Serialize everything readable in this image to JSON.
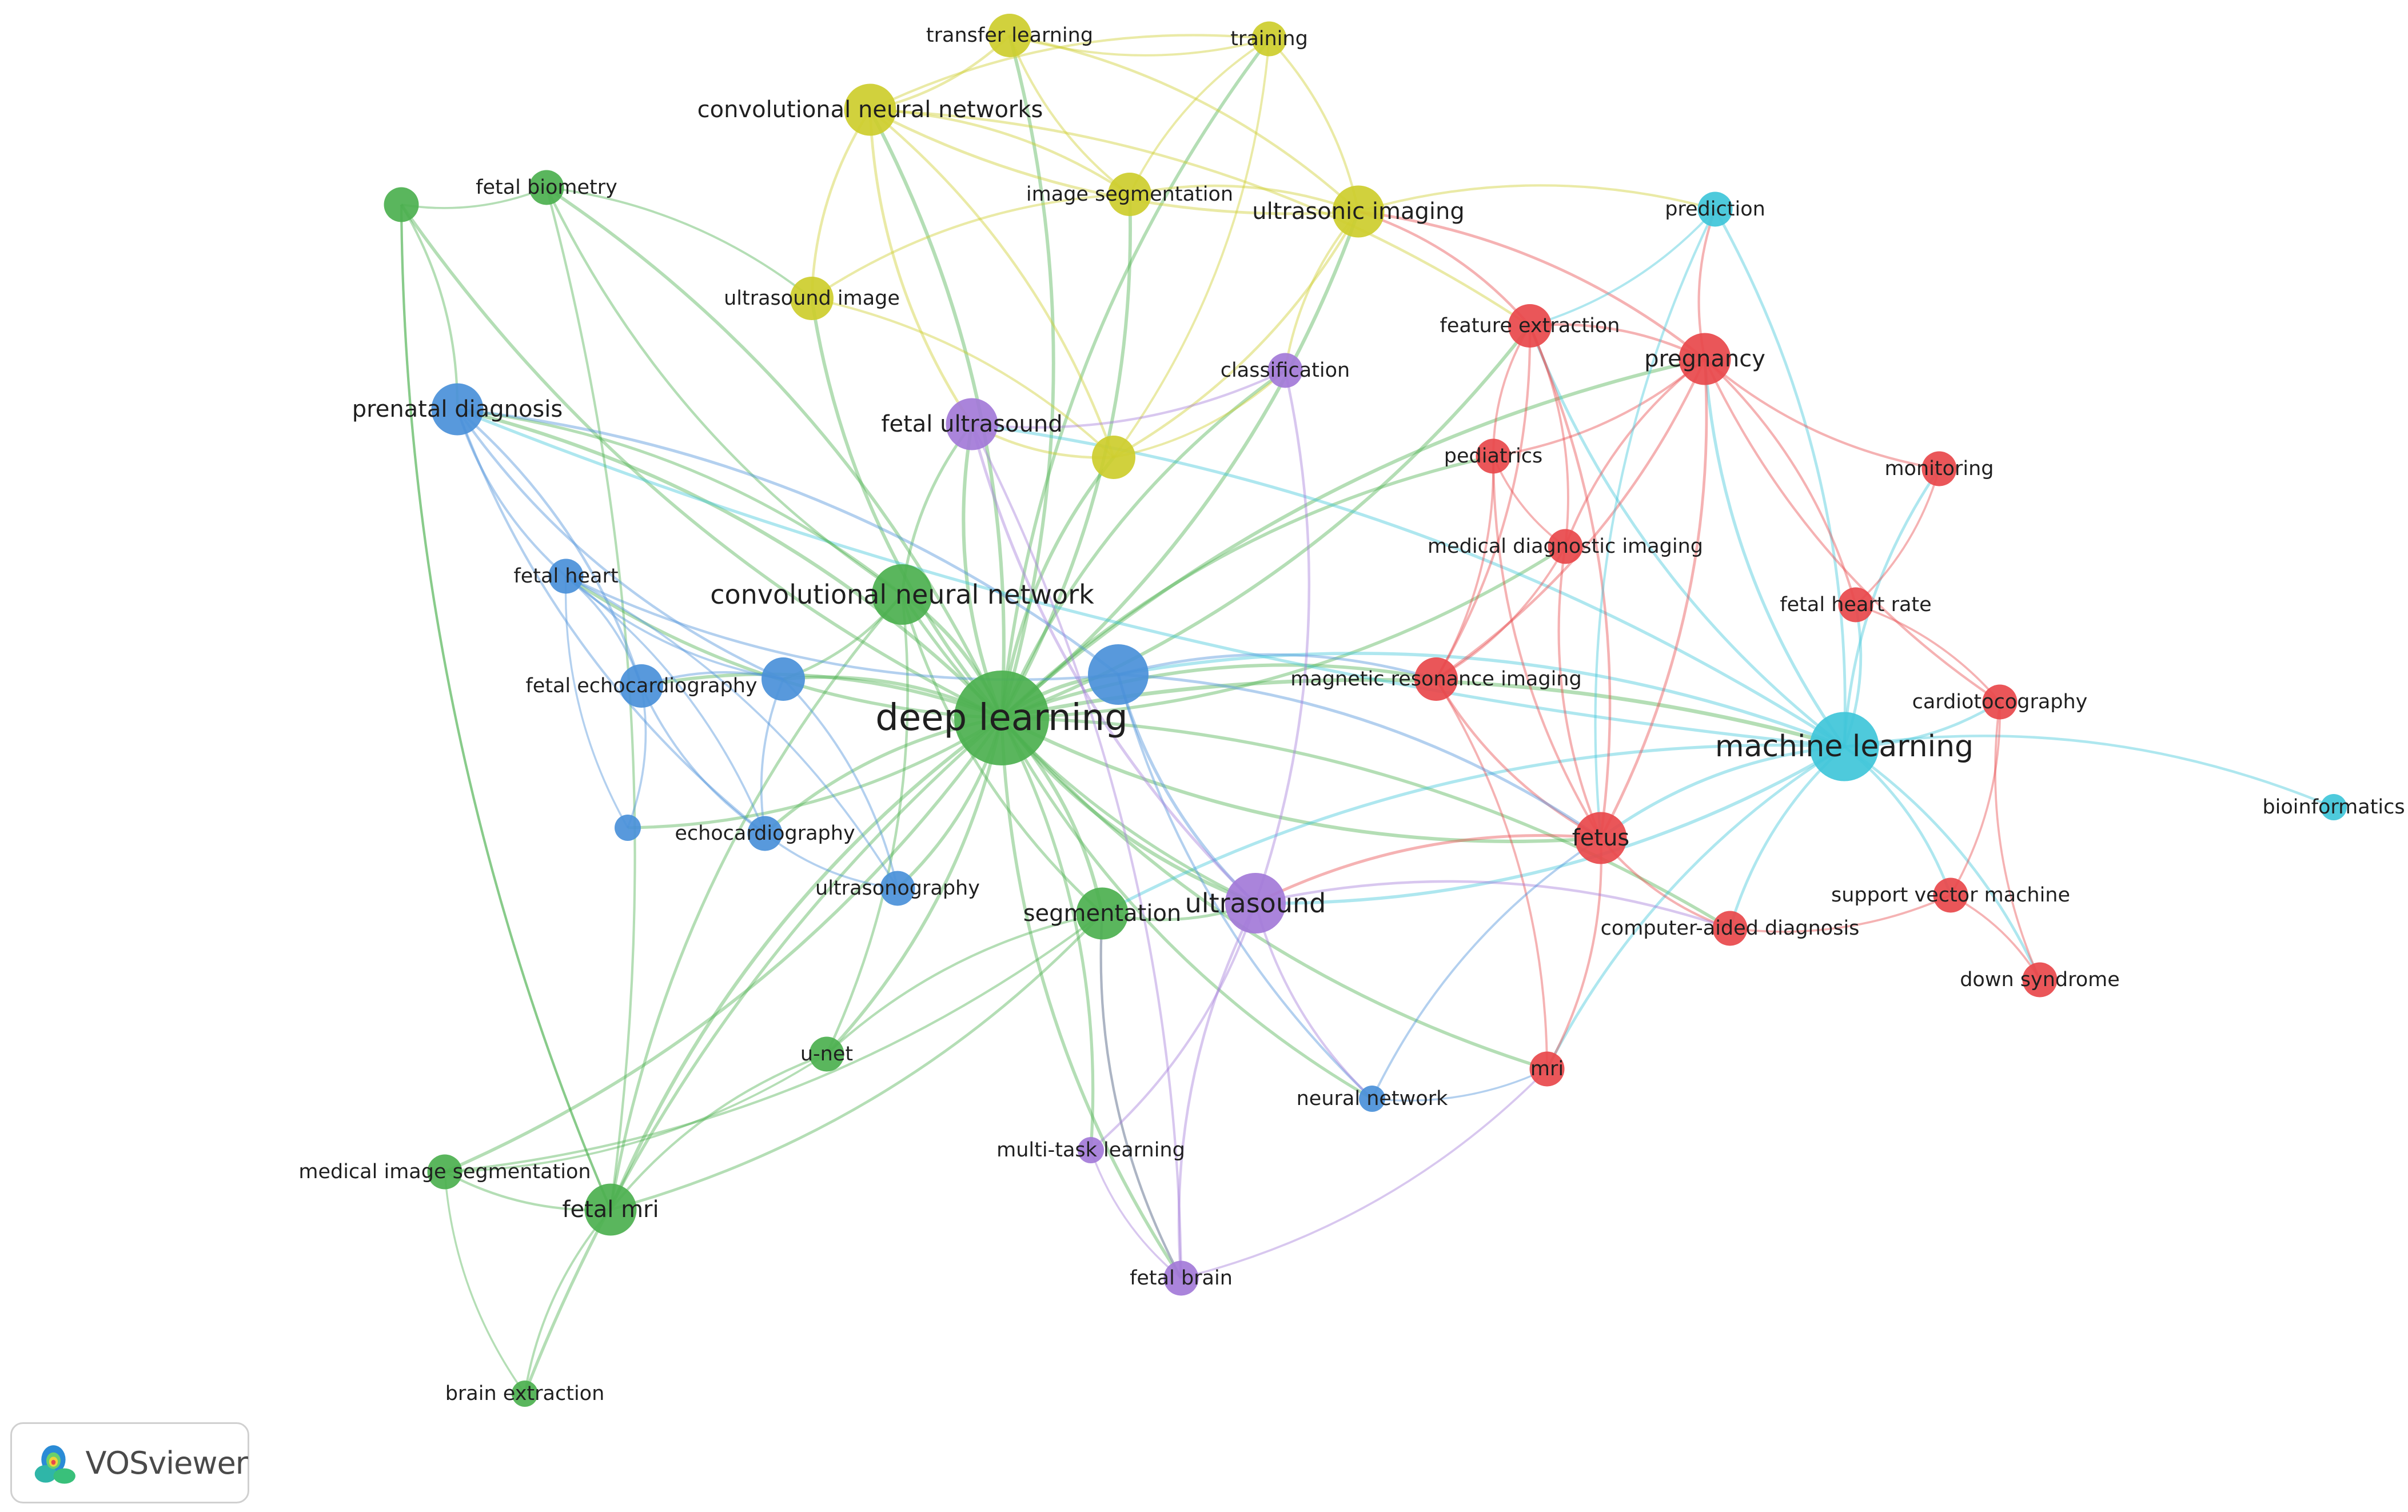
{
  "chart_data": {
    "type": "network",
    "clusters": [
      {
        "id": 1,
        "color": "#e8484b"
      },
      {
        "id": 2,
        "color": "#4cb04f"
      },
      {
        "id": 3,
        "color": "#4a90d9"
      },
      {
        "id": 4,
        "color": "#cdcd2c"
      },
      {
        "id": 5,
        "color": "#a379d8"
      },
      {
        "id": 6,
        "color": "#3fc5d9"
      }
    ],
    "nodes": [
      {
        "id": "deep-learning",
        "label": "deep learning",
        "cluster": 2,
        "weight": 10
      },
      {
        "id": "machine-learning",
        "label": "machine learning",
        "cluster": 6,
        "weight": 7
      },
      {
        "id": "convolutional-neural-network",
        "label": "convolutional neural network",
        "cluster": 2,
        "weight": 6
      },
      {
        "id": "ultrasound",
        "label": "ultrasound",
        "cluster": 5,
        "weight": 6
      },
      {
        "id": "segmentation",
        "label": "segmentation",
        "cluster": 2,
        "weight": 5
      },
      {
        "id": "pregnancy",
        "label": "pregnancy",
        "cluster": 1,
        "weight": 5
      },
      {
        "id": "fetus",
        "label": "fetus",
        "cluster": 1,
        "weight": 5
      },
      {
        "id": "convolutional-neural-networks",
        "label": "convolutional neural networks",
        "cluster": 4,
        "weight": 5
      },
      {
        "id": "prenatal-diagnosis",
        "label": "prenatal diagnosis",
        "cluster": 3,
        "weight": 5
      },
      {
        "id": "fetal-ultrasound",
        "label": "fetal ultrasound",
        "cluster": 5,
        "weight": 5
      },
      {
        "id": "fetal-mri",
        "label": "fetal mri",
        "cluster": 2,
        "weight": 5
      },
      {
        "id": "ultrasonic-imaging",
        "label": "ultrasonic imaging",
        "cluster": 4,
        "weight": 5
      },
      {
        "id": "feature-extraction",
        "label": "feature extraction",
        "cluster": 1,
        "weight": 4
      },
      {
        "id": "magnetic-resonance-imaging",
        "label": "magnetic resonance imaging",
        "cluster": 1,
        "weight": 4
      },
      {
        "id": "fetal-echocardiography",
        "label": "fetal echocardiography",
        "cluster": 3,
        "weight": 4
      },
      {
        "id": "ultrasound-image",
        "label": "ultrasound image",
        "cluster": 4,
        "weight": 4
      },
      {
        "id": "transfer-learning",
        "label": "transfer learning",
        "cluster": 4,
        "weight": 4
      },
      {
        "id": "image-segmentation",
        "label": "image segmentation",
        "cluster": 4,
        "weight": 4
      },
      {
        "id": "training",
        "label": "training",
        "cluster": 4,
        "weight": 3
      },
      {
        "id": "fetal-biometry",
        "label": "fetal biometry",
        "cluster": 2,
        "weight": 3
      },
      {
        "id": "classification",
        "label": "classification",
        "cluster": 5,
        "weight": 3
      },
      {
        "id": "prediction",
        "label": "prediction",
        "cluster": 6,
        "weight": 3
      },
      {
        "id": "pediatrics",
        "label": "pediatrics",
        "cluster": 1,
        "weight": 3
      },
      {
        "id": "medical-diagnostic-imaging",
        "label": "medical diagnostic imaging",
        "cluster": 1,
        "weight": 3
      },
      {
        "id": "monitoring",
        "label": "monitoring",
        "cluster": 1,
        "weight": 3
      },
      {
        "id": "fetal-heart-rate",
        "label": "fetal heart rate",
        "cluster": 1,
        "weight": 3
      },
      {
        "id": "cardiotocography",
        "label": "cardiotocography",
        "cluster": 1,
        "weight": 3
      },
      {
        "id": "bioinformatics",
        "label": "bioinformatics",
        "cluster": 6,
        "weight": 2
      },
      {
        "id": "support-vector-machine",
        "label": "support vector machine",
        "cluster": 1,
        "weight": 3
      },
      {
        "id": "computer-aided-diagnosis",
        "label": "computer-aided diagnosis",
        "cluster": 1,
        "weight": 3
      },
      {
        "id": "down-syndrome",
        "label": "down syndrome",
        "cluster": 1,
        "weight": 3
      },
      {
        "id": "mri",
        "label": "mri",
        "cluster": 1,
        "weight": 3
      },
      {
        "id": "neural-network",
        "label": "neural network",
        "cluster": 3,
        "weight": 2
      },
      {
        "id": "fetal-heart",
        "label": "fetal heart",
        "cluster": 3,
        "weight": 3
      },
      {
        "id": "echocardiography",
        "label": "echocardiography",
        "cluster": 3,
        "weight": 3
      },
      {
        "id": "ultrasonography",
        "label": "ultrasonography",
        "cluster": 3,
        "weight": 3
      },
      {
        "id": "u-net",
        "label": "u-net",
        "cluster": 2,
        "weight": 3
      },
      {
        "id": "medical-image-segmentation",
        "label": "medical image segmentation",
        "cluster": 2,
        "weight": 3
      },
      {
        "id": "brain-extraction",
        "label": "brain extraction",
        "cluster": 2,
        "weight": 2
      },
      {
        "id": "multi-task-learning",
        "label": "multi-task learning",
        "cluster": 5,
        "weight": 2
      },
      {
        "id": "fetal-brain",
        "label": "fetal brain",
        "cluster": 5,
        "weight": 3
      },
      {
        "id": "blue-large-hub",
        "label": "",
        "cluster": 3,
        "weight": 6
      },
      {
        "id": "blue-hub",
        "label": "",
        "cluster": 3,
        "weight": 4
      },
      {
        "id": "yellow-hub",
        "label": "",
        "cluster": 4,
        "weight": 4
      },
      {
        "id": "green-small",
        "label": "",
        "cluster": 2,
        "weight": 3
      },
      {
        "id": "blue-small",
        "label": "",
        "cluster": 3,
        "weight": 2
      }
    ],
    "links": [
      [
        "deep-learning",
        "convolutional-neural-network"
      ],
      [
        "deep-learning",
        "segmentation"
      ],
      [
        "deep-learning",
        "ultrasound"
      ],
      [
        "deep-learning",
        "machine-learning"
      ],
      [
        "deep-learning",
        "fetus"
      ],
      [
        "deep-learning",
        "pregnancy"
      ],
      [
        "deep-learning",
        "prenatal-diagnosis"
      ],
      [
        "deep-learning",
        "fetal-ultrasound"
      ],
      [
        "deep-learning",
        "fetal-mri"
      ],
      [
        "deep-learning",
        "u-net"
      ],
      [
        "deep-learning",
        "transfer-learning"
      ],
      [
        "deep-learning",
        "training"
      ],
      [
        "deep-learning",
        "image-segmentation"
      ],
      [
        "deep-learning",
        "ultrasound-image"
      ],
      [
        "deep-learning",
        "convolutional-neural-networks"
      ],
      [
        "deep-learning",
        "classification"
      ],
      [
        "deep-learning",
        "feature-extraction"
      ],
      [
        "deep-learning",
        "magnetic-resonance-imaging"
      ],
      [
        "deep-learning",
        "fetal-echocardiography"
      ],
      [
        "deep-learning",
        "fetal-heart"
      ],
      [
        "deep-learning",
        "echocardiography"
      ],
      [
        "deep-learning",
        "ultrasonography"
      ],
      [
        "deep-learning",
        "fetal-brain"
      ],
      [
        "deep-learning",
        "medical-image-segmentation"
      ],
      [
        "deep-learning",
        "brain-extraction"
      ],
      [
        "deep-learning",
        "multi-task-learning"
      ],
      [
        "deep-learning",
        "neural-network"
      ],
      [
        "deep-learning",
        "blue-large-hub"
      ],
      [
        "deep-learning",
        "blue-hub"
      ],
      [
        "deep-learning",
        "yellow-hub"
      ],
      [
        "deep-learning",
        "fetal-biometry"
      ],
      [
        "deep-learning",
        "green-small"
      ],
      [
        "deep-learning",
        "ultrasonic-imaging"
      ],
      [
        "deep-learning",
        "pediatrics"
      ],
      [
        "deep-learning",
        "medical-diagnostic-imaging"
      ],
      [
        "deep-learning",
        "computer-aided-diagnosis"
      ],
      [
        "deep-learning",
        "mri"
      ],
      [
        "deep-learning",
        "blue-small"
      ],
      [
        "machine-learning",
        "fetus"
      ],
      [
        "machine-learning",
        "pregnancy"
      ],
      [
        "machine-learning",
        "prediction"
      ],
      [
        "machine-learning",
        "bioinformatics"
      ],
      [
        "machine-learning",
        "cardiotocography"
      ],
      [
        "machine-learning",
        "support-vector-machine"
      ],
      [
        "machine-learning",
        "computer-aided-diagnosis"
      ],
      [
        "machine-learning",
        "down-syndrome"
      ],
      [
        "machine-learning",
        "fetal-heart-rate"
      ],
      [
        "machine-learning",
        "monitoring"
      ],
      [
        "machine-learning",
        "blue-large-hub"
      ],
      [
        "machine-learning",
        "ultrasound"
      ],
      [
        "machine-learning",
        "segmentation"
      ],
      [
        "machine-learning",
        "feature-extraction"
      ],
      [
        "machine-learning",
        "mri"
      ],
      [
        "machine-learning",
        "prenatal-diagnosis"
      ],
      [
        "machine-learning",
        "fetal-ultrasound"
      ],
      [
        "pregnancy",
        "fetus"
      ],
      [
        "pregnancy",
        "feature-extraction"
      ],
      [
        "pregnancy",
        "pediatrics"
      ],
      [
        "pregnancy",
        "monitoring"
      ],
      [
        "pregnancy",
        "fetal-heart-rate"
      ],
      [
        "pregnancy",
        "medical-diagnostic-imaging"
      ],
      [
        "pregnancy",
        "magnetic-resonance-imaging"
      ],
      [
        "pregnancy",
        "cardiotocography"
      ],
      [
        "pregnancy",
        "prediction"
      ],
      [
        "pregnancy",
        "ultrasonic-imaging"
      ],
      [
        "fetus",
        "magnetic-resonance-imaging"
      ],
      [
        "fetus",
        "feature-extraction"
      ],
      [
        "fetus",
        "pediatrics"
      ],
      [
        "fetus",
        "computer-aided-diagnosis"
      ],
      [
        "fetus",
        "mri"
      ],
      [
        "fetus",
        "ultrasound"
      ],
      [
        "fetus",
        "medical-diagnostic-imaging"
      ],
      [
        "feature-extraction",
        "pediatrics"
      ],
      [
        "feature-extraction",
        "medical-diagnostic-imaging"
      ],
      [
        "feature-extraction",
        "ultrasonic-imaging"
      ],
      [
        "feature-extraction",
        "magnetic-resonance-imaging"
      ],
      [
        "pediatrics",
        "medical-diagnostic-imaging"
      ],
      [
        "pediatrics",
        "magnetic-resonance-imaging"
      ],
      [
        "magnetic-resonance-imaging",
        "medical-diagnostic-imaging"
      ],
      [
        "magnetic-resonance-imaging",
        "mri"
      ],
      [
        "cardiotocography",
        "fetal-heart-rate"
      ],
      [
        "cardiotocography",
        "support-vector-machine"
      ],
      [
        "cardiotocography",
        "down-syndrome"
      ],
      [
        "support-vector-machine",
        "down-syndrome"
      ],
      [
        "computer-aided-diagnosis",
        "support-vector-machine"
      ],
      [
        "monitoring",
        "fetal-heart-rate"
      ],
      [
        "convolutional-neural-networks",
        "transfer-learning"
      ],
      [
        "convolutional-neural-networks",
        "training"
      ],
      [
        "convolutional-neural-networks",
        "ultrasound-image"
      ],
      [
        "convolutional-neural-networks",
        "image-segmentation"
      ],
      [
        "convolutional-neural-networks",
        "ultrasonic-imaging"
      ],
      [
        "convolutional-neural-networks",
        "yellow-hub"
      ],
      [
        "convolutional-neural-networks",
        "fetal-ultrasound"
      ],
      [
        "convolutional-neural-networks",
        "feature-extraction"
      ],
      [
        "transfer-learning",
        "training"
      ],
      [
        "transfer-learning",
        "ultrasonic-imaging"
      ],
      [
        "transfer-learning",
        "image-segmentation"
      ],
      [
        "training",
        "ultrasonic-imaging"
      ],
      [
        "training",
        "image-segmentation"
      ],
      [
        "training",
        "yellow-hub"
      ],
      [
        "ultrasonic-imaging",
        "image-segmentation"
      ],
      [
        "ultrasonic-imaging",
        "yellow-hub"
      ],
      [
        "ultrasonic-imaging",
        "classification"
      ],
      [
        "ultrasonic-imaging",
        "prediction"
      ],
      [
        "image-segmentation",
        "ultrasound-image"
      ],
      [
        "ultrasound-image",
        "yellow-hub"
      ],
      [
        "yellow-hub",
        "classification"
      ],
      [
        "yellow-hub",
        "fetal-ultrasound"
      ],
      [
        "convolutional-neural-network",
        "segmentation"
      ],
      [
        "convolutional-neural-network",
        "fetal-ultrasound"
      ],
      [
        "convolutional-neural-network",
        "prenatal-diagnosis"
      ],
      [
        "convolutional-neural-network",
        "fetal-biometry"
      ],
      [
        "convolutional-neural-network",
        "ultrasound"
      ],
      [
        "convolutional-neural-network",
        "blue-hub"
      ],
      [
        "convolutional-neural-network",
        "fetal-mri"
      ],
      [
        "convolutional-neural-network",
        "u-net"
      ],
      [
        "segmentation",
        "u-net"
      ],
      [
        "segmentation",
        "fetal-mri"
      ],
      [
        "segmentation",
        "ultrasound"
      ],
      [
        "segmentation",
        "medical-image-segmentation"
      ],
      [
        "segmentation",
        "fetal-brain"
      ],
      [
        "fetal-mri",
        "medical-image-segmentation"
      ],
      [
        "fetal-mri",
        "brain-extraction"
      ],
      [
        "fetal-mri",
        "u-net"
      ],
      [
        "fetal-mri",
        "fetal-biometry"
      ],
      [
        "fetal-mri",
        "green-small"
      ],
      [
        "green-small",
        "fetal-biometry"
      ],
      [
        "green-small",
        "prenatal-diagnosis"
      ],
      [
        "green-small",
        "fetal-mri"
      ],
      [
        "fetal-biometry",
        "ultrasound-image"
      ],
      [
        "medical-image-segmentation",
        "brain-extraction"
      ],
      [
        "u-net",
        "medical-image-segmentation"
      ],
      [
        "prenatal-diagnosis",
        "fetal-heart"
      ],
      [
        "prenatal-diagnosis",
        "fetal-echocardiography"
      ],
      [
        "prenatal-diagnosis",
        "blue-hub"
      ],
      [
        "prenatal-diagnosis",
        "blue-large-hub"
      ],
      [
        "prenatal-diagnosis",
        "echocardiography"
      ],
      [
        "fetal-heart",
        "fetal-echocardiography"
      ],
      [
        "fetal-heart",
        "blue-hub"
      ],
      [
        "fetal-heart",
        "echocardiography"
      ],
      [
        "fetal-heart",
        "blue-small"
      ],
      [
        "fetal-heart",
        "ultrasonography"
      ],
      [
        "fetal-heart",
        "blue-large-hub"
      ],
      [
        "fetal-echocardiography",
        "blue-hub"
      ],
      [
        "fetal-echocardiography",
        "echocardiography"
      ],
      [
        "fetal-echocardiography",
        "blue-small"
      ],
      [
        "blue-hub",
        "echocardiography"
      ],
      [
        "blue-hub",
        "ultrasonography"
      ],
      [
        "blue-large-hub",
        "ultrasound"
      ],
      [
        "blue-large-hub",
        "fetus"
      ],
      [
        "blue-large-hub",
        "neural-network"
      ],
      [
        "blue-large-hub",
        "magnetic-resonance-imaging"
      ],
      [
        "echocardiography",
        "ultrasonography"
      ],
      [
        "ultrasound",
        "fetal-ultrasound"
      ],
      [
        "ultrasound",
        "fetal-brain"
      ],
      [
        "ultrasound",
        "multi-task-learning"
      ],
      [
        "ultrasound",
        "neural-network"
      ],
      [
        "ultrasound",
        "computer-aided-diagnosis"
      ],
      [
        "ultrasound",
        "classification"
      ],
      [
        "fetal-ultrasound",
        "fetal-brain"
      ],
      [
        "fetal-ultrasound",
        "classification"
      ],
      [
        "fetal-brain",
        "multi-task-learning"
      ],
      [
        "fetal-brain",
        "mri"
      ],
      [
        "fetal-brain",
        "segmentation"
      ],
      [
        "neural-network",
        "mri"
      ],
      [
        "neural-network",
        "fetus"
      ],
      [
        "prediction",
        "fetus"
      ],
      [
        "prediction",
        "feature-extraction"
      ]
    ]
  },
  "branding": {
    "label": "VOSviewer",
    "logo_icon": "vosviewer-heatmap-logo-icon"
  }
}
